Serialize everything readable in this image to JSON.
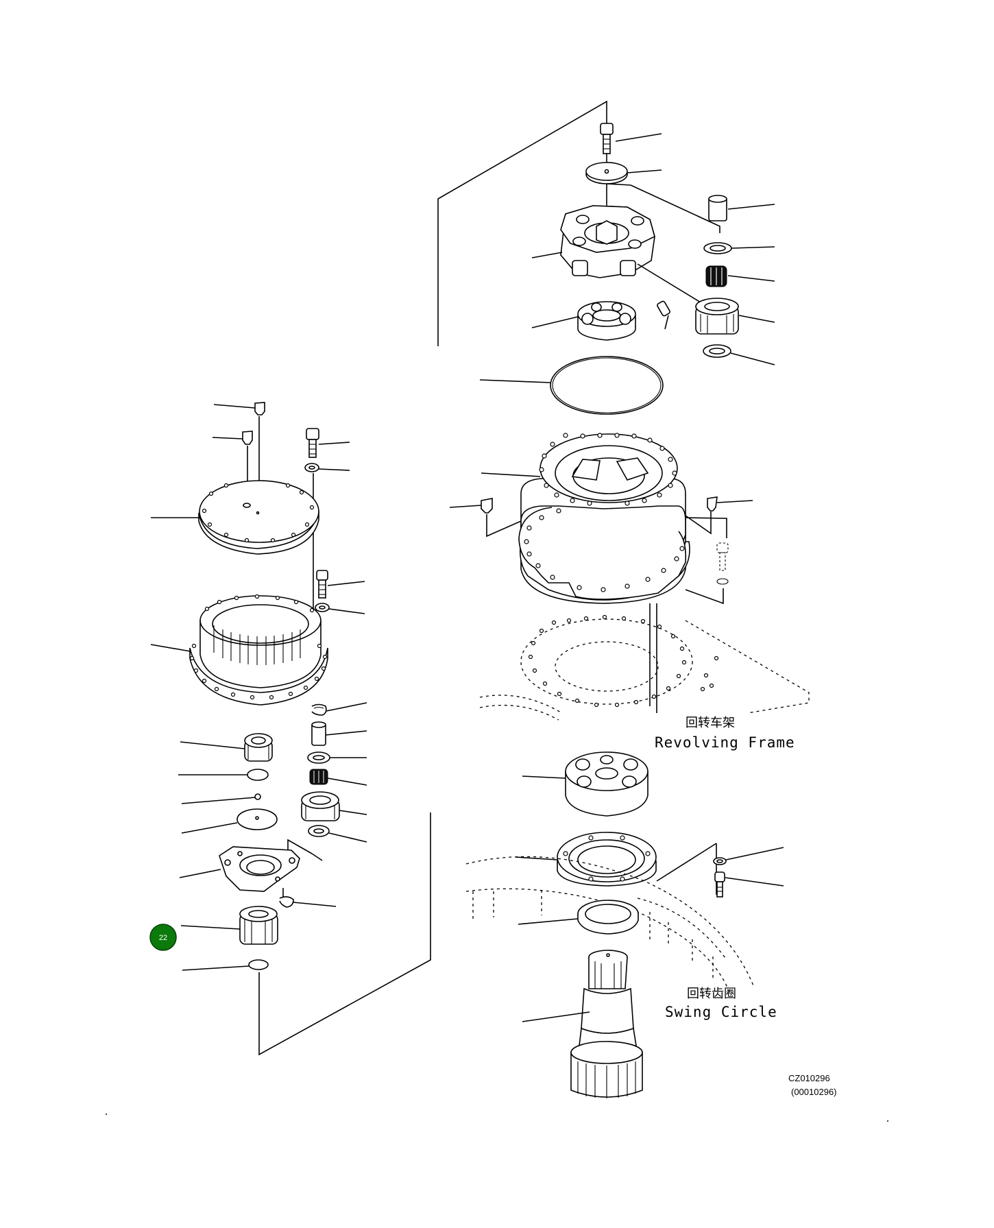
{
  "captions": {
    "revolving_frame_zh": "回转车架",
    "revolving_frame_en": "Revolving Frame",
    "swing_circle_zh": "回转齿圈",
    "swing_circle_en": "Swing Circle"
  },
  "drawing_code": {
    "primary": "CZ010296",
    "secondary": "(00010296)"
  },
  "callout": {
    "number": "22",
    "color": "#0b7a0b"
  }
}
